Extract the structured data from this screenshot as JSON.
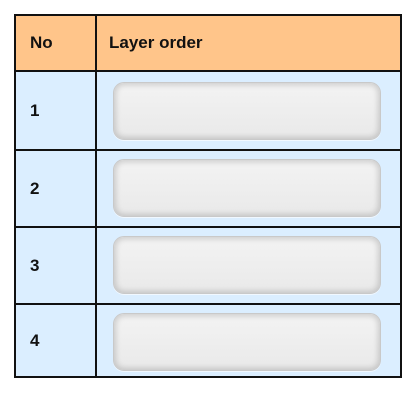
{
  "table": {
    "header": {
      "no_label": "No",
      "order_label": "Layer order"
    },
    "rows": [
      {
        "no": "1",
        "slot": ""
      },
      {
        "no": "2",
        "slot": ""
      },
      {
        "no": "3",
        "slot": ""
      },
      {
        "no": "4",
        "slot": ""
      }
    ]
  }
}
